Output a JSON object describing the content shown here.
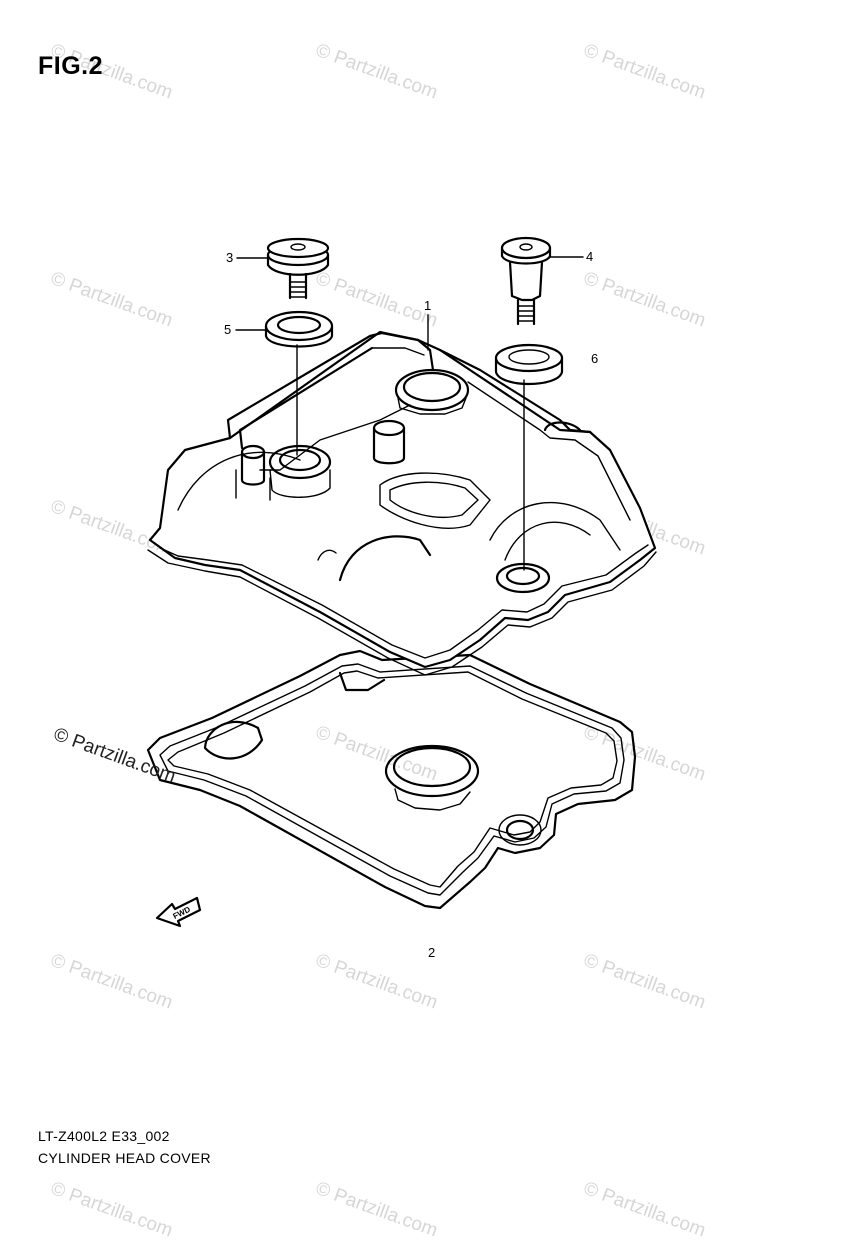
{
  "figure": {
    "title": "FIG.2"
  },
  "watermark": {
    "text": "© Partzilla.com",
    "main_text": "© Partzilla.com"
  },
  "callouts": {
    "c1": "1",
    "c2": "2",
    "c3": "3",
    "c4": "4",
    "c5": "5",
    "c6": "6"
  },
  "fwd_label": "FWD",
  "footer": {
    "model_code": "LT-Z400L2 E33_002",
    "section_name": "CYLINDER HEAD COVER"
  }
}
